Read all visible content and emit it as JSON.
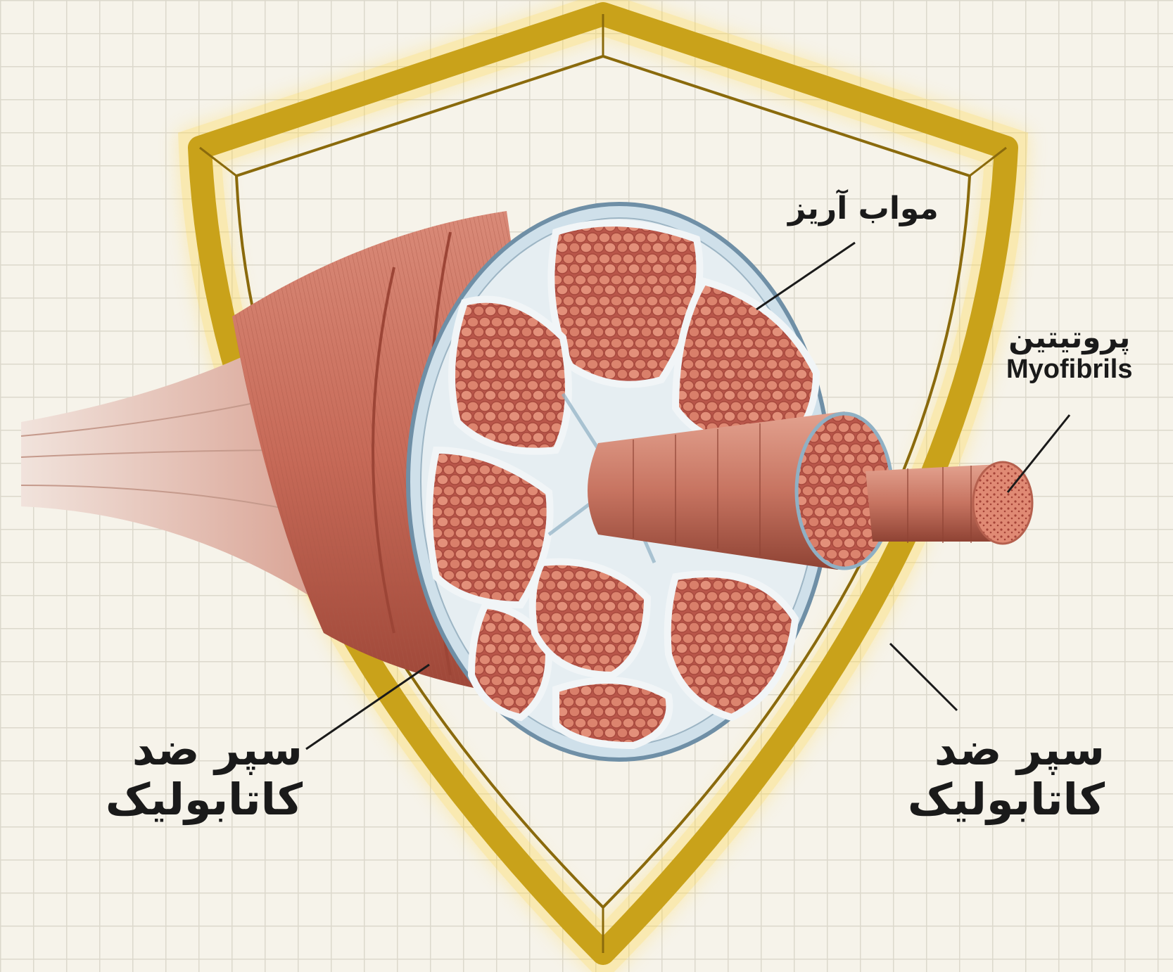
{
  "labels": {
    "adhesion": "مواب آریز",
    "protein_fa": "پروتیتین",
    "protein_en": "Myofibrils",
    "shield_left_line1": "سپر ضد",
    "shield_left_line2": "کاتابولیک",
    "shield_right_line1": "سپر ضد",
    "shield_right_line2": "کاتابولیک"
  },
  "colors": {
    "background": "#f6f3ea",
    "grid": "#dcd8cc",
    "shield_gold": "#c9a21a",
    "shield_glow": "#ffd84a",
    "muscle": "#c76a58",
    "muscle_dark": "#9c4536",
    "fascicle": "#d8826d",
    "connective_tissue": "#cfe0ea",
    "leader_line": "#1a1a1a"
  }
}
